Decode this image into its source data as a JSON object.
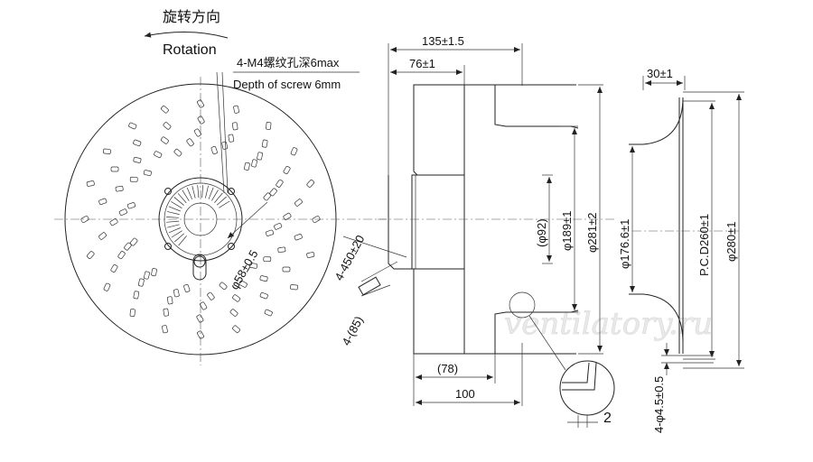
{
  "rotation": {
    "cn": "旋转方向",
    "en": "Rotation"
  },
  "screw_note": {
    "cn": "4-M4螺纹孔深6max",
    "en": "Depth of screw 6mm"
  },
  "front_dims": {
    "hub_dia": "φ58±0.5",
    "slot_angle": "4-450±20",
    "slot_spacing": "4-(85)"
  },
  "side_dims": {
    "overall_width": "135±1.5",
    "motor_width": "76±1",
    "inner_depth": "(78)",
    "depth_100": "100",
    "shaft_dia": "(φ92)",
    "motor_dia": "φ189±1",
    "wheel_dia": "φ281±2",
    "detail_dim": "2"
  },
  "ring_dims": {
    "ring_width": "30±1",
    "ring_inner": "φ176.6±1",
    "pcd": "P.C.D260±1",
    "ring_outer": "φ280±1",
    "holes": "4-φ4.5±0.5"
  },
  "watermark": "ventilatory.ru"
}
